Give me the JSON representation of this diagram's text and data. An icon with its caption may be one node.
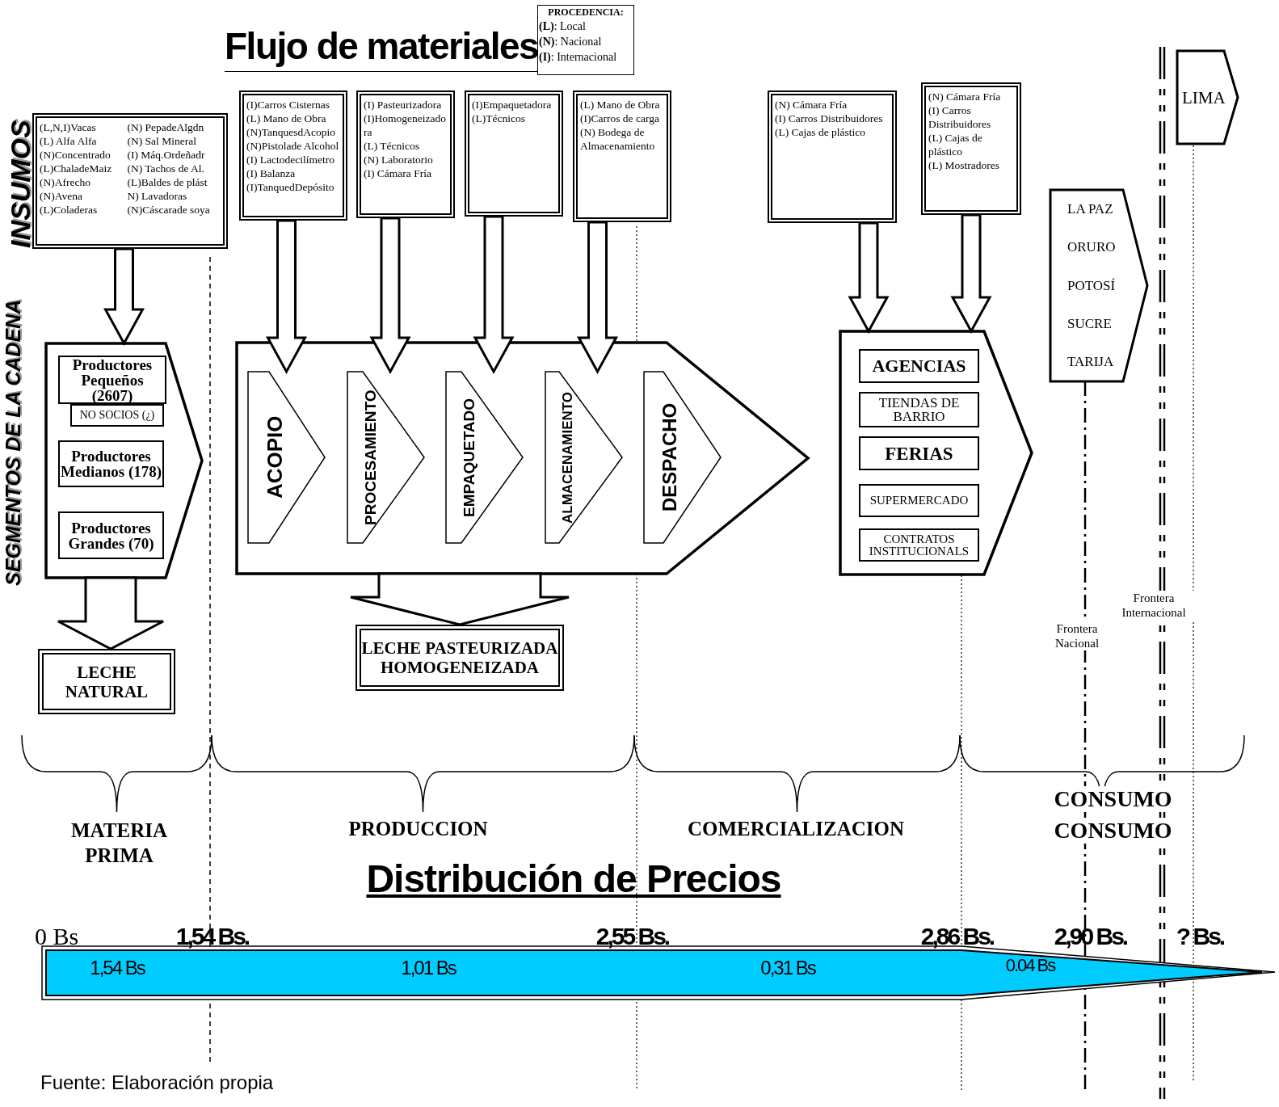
{
  "diagram": {
    "title": "Flujo de materiales",
    "caption": "Fuente: Elaboración propia",
    "nodes": [
      {
        "text": [
          "(L,N,I)Vacas",
          "(N) PepadeAlgdn",
          "(L) Alfa Alfa",
          "(N) Sal Mineral",
          "(N)Concentrado",
          "(I) Máq.Ordeñadr",
          "(L)ChaladeMaiz",
          "(N) Tachos de Al.",
          "(N)Afrecho",
          "(L)Baldes de plást",
          "(N)Avena",
          "N) Lavadoras",
          "(L)Coladeras",
          "(N)Cáscarade soya"
        ]
      },
      {
        "text": [
          "(I)Carros Cisternas",
          "(L) Mano de Obra",
          "(N)TanquesdAcopio",
          "(N)Pistolade Alcohol",
          "(I) Lactodecilímetro",
          "(I) Balanza",
          "(I)TanquedDepósito"
        ]
      },
      {
        "text": [
          "(I) Pasteurizadora",
          "(I)Homogeneizadora",
          "(L) Técnicos",
          "(N) Laboratorio",
          "(I) Cámara Fría"
        ]
      },
      {
        "text": [
          "(I)Empaquetadora",
          "(L)Técnicos"
        ]
      },
      {
        "text": [
          "(L) Mano de Obra",
          "(I)Carros de carga",
          "(N) Bodega de Almacenamiento"
        ]
      },
      {
        "text": [
          "(N) Cámara Fría",
          "(I) Carros Distribuidores",
          "(L) Cajas de plástico"
        ]
      },
      {
        "text": [
          "(N) Cámara Fría",
          "(I) Carros Distribuidores",
          "(L) Cajas de plástico",
          "(L) Mostradores"
        ]
      },
      {
        "text": [],
        "shape": "chevron"
      },
      {
        "text": [
          "Productores Pequeños (2607)"
        ],
        "in": 7
      },
      {
        "text": [
          "NO SOCIOS (¿)"
        ],
        "in": 7
      },
      {
        "text": [
          "Productores Medianos (178)"
        ],
        "in": 7
      },
      {
        "text": [
          "Productores Grandes (70)"
        ],
        "in": 7
      },
      {
        "text": [],
        "shape": "chevron"
      },
      {
        "text": [
          "ACOPIO"
        ],
        "in": 12
      },
      {
        "text": [
          "PROCESAMIENTO"
        ],
        "in": 12
      },
      {
        "text": [
          "EMPAQUETADO"
        ],
        "in": 12
      },
      {
        "text": [
          "ALMACENAMIENTO"
        ],
        "in": 12
      },
      {
        "text": [
          "DESPACHO"
        ],
        "in": 12
      },
      {
        "text": [],
        "shape": "chevron"
      },
      {
        "text": [
          "AGENCIAS"
        ],
        "in": 18
      },
      {
        "text": [
          "TIENDAS DE BARRIO"
        ],
        "in": 18
      },
      {
        "text": [
          "FERIAS"
        ],
        "in": 18
      },
      {
        "text": [
          "SUPERMERCADO"
        ],
        "in": 18
      },
      {
        "text": [
          "CONTRATOS INSTITUCIONALS"
        ],
        "in": 18
      },
      {
        "text": [
          "LA PAZ",
          "ORURO",
          "POTOSÍ",
          "SUCRE",
          "TARIJA"
        ]
      },
      {
        "text": [
          "LIMA"
        ]
      },
      {
        "text": [
          "LECHE NATURAL"
        ]
      },
      {
        "text": [
          "LECHE PASTEURIZADA HOMOGENEIZADA"
        ]
      }
    ],
    "edges": [
      {
        "from": 0,
        "to": 7,
        "arrow": "to"
      },
      {
        "from": 1,
        "to": 13,
        "arrow": "to"
      },
      {
        "from": 2,
        "to": 14,
        "arrow": "to"
      },
      {
        "from": 3,
        "to": 15,
        "arrow": "to"
      },
      {
        "from": 4,
        "to": 16,
        "arrow": "to"
      },
      {
        "from": 5,
        "to": 18,
        "arrow": "to"
      },
      {
        "from": 6,
        "to": 18,
        "arrow": "to"
      },
      {
        "from": 7,
        "to": 26,
        "arrow": "to"
      },
      {
        "from": 12,
        "to": 27,
        "arrow": "to"
      }
    ],
    "labels": [
      "PROCEDENCIA:",
      "INSUMOS",
      "SEGMENTOS DE LA CADENA",
      "Frontera Internacional",
      "Frontera Nacional",
      "MATERIA PRIMA",
      "PRODUCCION",
      "COMERCIALIZACION",
      "CONSUMO",
      "CONSUMO",
      "Distribución de Precios",
      "0 Bs",
      "1,54 Bs.",
      "2,55 Bs.",
      "2,86 Bs.",
      "2,90 Bs.",
      "? Bs.",
      "1,54 Bs",
      "1,01 Bs",
      "0,31 Bs",
      "0.04 Bs"
    ],
    "legend": [
      {
        "text": "**(L)**: Local"
      },
      {
        "text": "**(N)**: Nacional"
      },
      {
        "text": "**(I)**: Internacional"
      }
    ]
  }
}
